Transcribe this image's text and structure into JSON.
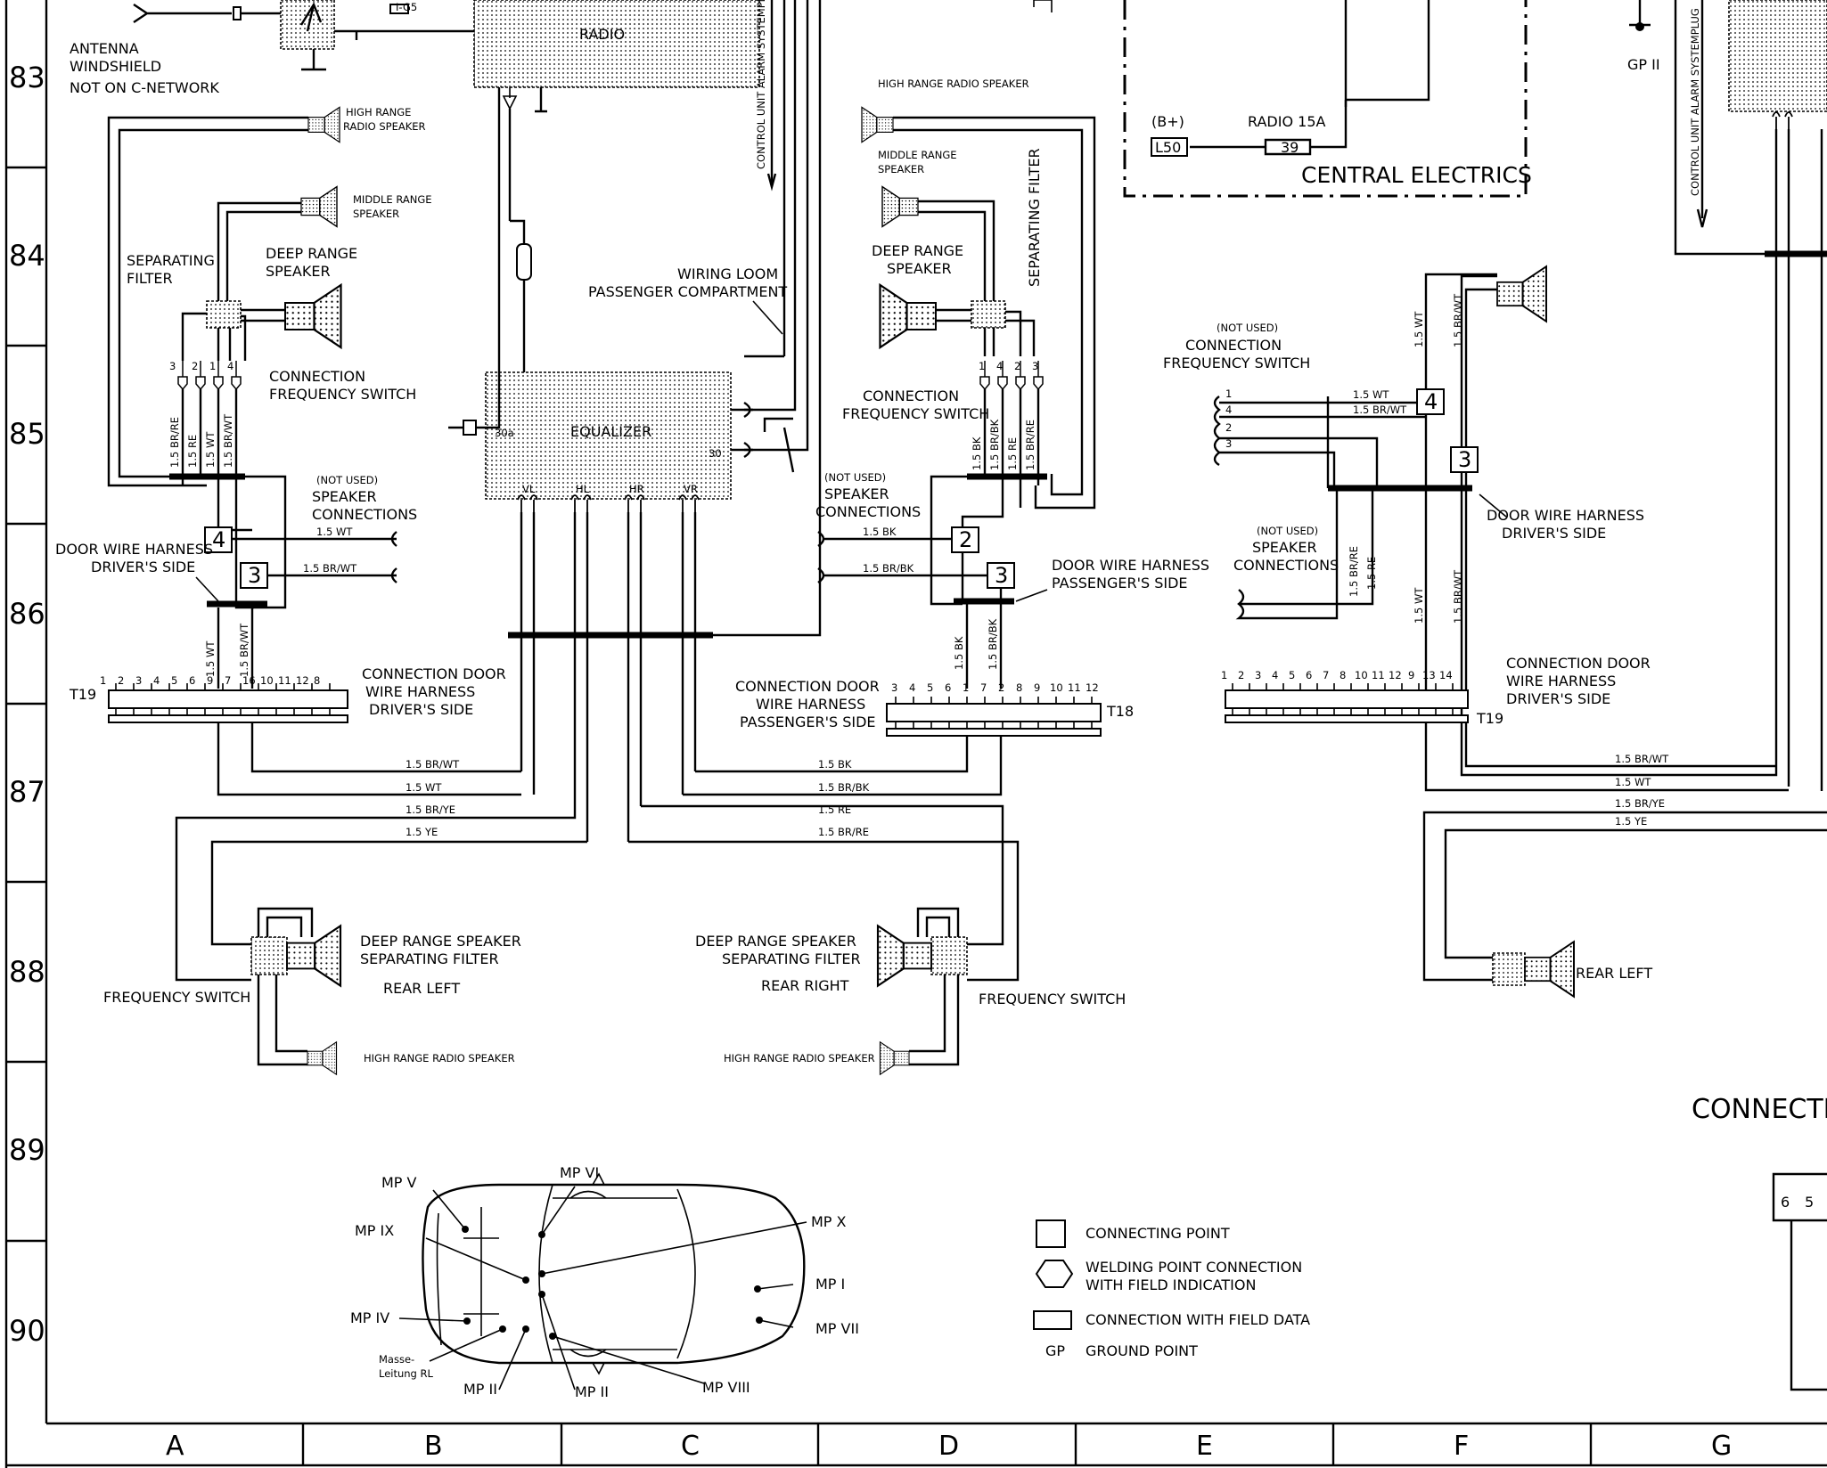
{
  "rows": [
    "83",
    "84",
    "85",
    "86",
    "87",
    "88",
    "89",
    "90"
  ],
  "columns": [
    "A",
    "B",
    "C",
    "D",
    "E",
    "F",
    "G"
  ],
  "labels": {
    "antenna": [
      "ANTENNA",
      "WINDSHIELD",
      "NOT ON C-NETWORK"
    ],
    "radio": "RADIO",
    "equalizer": "EQUALIZER",
    "eq_pin_30a": "30a",
    "eq_pin_30": "30",
    "eq_outputs": [
      "VL",
      "HL",
      "HR",
      "VR"
    ],
    "control_unit_alarm": "CONTROL UNIT ALARM SYSTEMPLUG",
    "wiring_loom": [
      "WIRING LOOM",
      "PASSENGER COMPARTMENT"
    ],
    "high_range_radio_speaker_a": [
      "HIGH RANGE",
      "RADIO SPEAKER"
    ],
    "middle_range_speaker_a": [
      "MIDDLE RANGE",
      "SPEAKER"
    ],
    "separating_filter_a": [
      "SEPARATING",
      "FILTER"
    ],
    "deep_range_speaker_a": [
      "DEEP RANGE",
      "SPEAKER"
    ],
    "connection_freq_switch_a": [
      "CONNECTION",
      "FREQUENCY SWITCH"
    ],
    "not_used_speaker_conn_a": [
      "(NOT USED)",
      "SPEAKER",
      "CONNECTIONS"
    ],
    "door_wire_harness_driver_a": [
      "DOOR WIRE HARNESS",
      "DRIVER'S SIDE"
    ],
    "connection_door_driver_a": [
      "CONNECTION DOOR",
      "WIRE HARNESS",
      "DRIVER'S SIDE"
    ],
    "t19": "T19",
    "t18": "T18",
    "high_range_radio_speaker_d": "HIGH RANGE RADIO SPEAKER",
    "middle_range_speaker_d": [
      "MIDDLE RANGE",
      "SPEAKER"
    ],
    "deep_range_speaker_d": [
      "DEEP RANGE",
      "SPEAKER"
    ],
    "separating_filter_d": "SEPARATING FILTER",
    "connection_freq_switch_d": [
      "CONNECTION",
      "FREQUENCY SWITCH"
    ],
    "not_used_speaker_conn_d": [
      "(NOT USED)",
      "SPEAKER",
      "CONNECTIONS"
    ],
    "door_wire_harness_passenger": [
      "DOOR WIRE HARNESS",
      "PASSENGER'S SIDE"
    ],
    "connection_door_passenger": [
      "CONNECTION DOOR",
      "WIRE HARNESS",
      "PASSENGER'S SIDE"
    ],
    "rear_left_block": [
      "DEEP RANGE SPEAKER",
      "SEPARATING FILTER",
      "REAR LEFT"
    ],
    "rear_right_block": [
      "DEEP RANGE SPEAKER",
      "SEPARATING FILTER",
      "REAR RIGHT"
    ],
    "frequency_switch": "FREQUENCY SWITCH",
    "high_range_radio_speaker": "HIGH RANGE RADIO SPEAKER",
    "b_plus": "(B+)",
    "radio_fuse": "RADIO 15A",
    "l50": "L50",
    "fuse39": "39",
    "central_electrics": "CENTRAL ELECTRICS",
    "gp2": "GP II",
    "not_used_conn_freq_f": [
      "(NOT USED)",
      "CONNECTION",
      "FREQUENCY SWITCH"
    ],
    "door_wire_harness_driver_f": [
      "DOOR WIRE HARNESS",
      "DRIVER'S SIDE"
    ],
    "not_used_speaker_conn_f": [
      "(NOT USED)",
      "SPEAKER",
      "CONNECTIONS"
    ],
    "connection_door_driver_f": [
      "CONNECTION DOOR",
      "WIRE HARNESS",
      "DRIVER'S SIDE"
    ],
    "rear_left": "REAR LEFT",
    "connection_partial": "CONNECTIO"
  },
  "wire_labels": {
    "wt": "1.5 WT",
    "brwt": "1.5 BR/WT",
    "brye": "1.5 BR/YE",
    "ye": "1.5 YE",
    "bk": "1.5 BK",
    "brbk": "1.5 BR/BK",
    "re": "1.5 RE",
    "brre": "1.5 BR/RE"
  },
  "connection_points": [
    "4",
    "3",
    "2",
    "3",
    "4",
    "3"
  ],
  "freq_switch_pins_a": [
    "3",
    "2",
    "1",
    "4"
  ],
  "freq_switch_pins_d": [
    "1",
    "4",
    "2",
    "3"
  ],
  "freq_switch_pins_f": [
    "1",
    "4",
    "2",
    "3"
  ],
  "t19_pins_a": [
    "1",
    "2",
    "3",
    "4",
    "5",
    "6",
    "9",
    "7",
    "16",
    "10",
    "11",
    "12",
    "8"
  ],
  "t18_pins": [
    "3",
    "4",
    "5",
    "6",
    "1",
    "7",
    "2",
    "8",
    "9",
    "10",
    "11",
    "12"
  ],
  "t19_pins_f": [
    "1",
    "2",
    "3",
    "4",
    "5",
    "6",
    "7",
    "8",
    "10",
    "11",
    "12",
    "9",
    "13",
    "14"
  ],
  "measuring_points": {
    "items": [
      "MP V",
      "MP VI",
      "MP IX",
      "MP X",
      "MP I",
      "MP IV",
      "MP VII",
      "MP II",
      "MP II",
      "MP VIII"
    ],
    "masse": [
      "Masse-",
      "Leitung RL"
    ]
  },
  "legend": [
    {
      "symbol": "square",
      "text": [
        "CONNECTING POINT"
      ]
    },
    {
      "symbol": "hexagon",
      "text": [
        "WELDING POINT CONNECTION",
        "WITH FIELD INDICATION"
      ]
    },
    {
      "symbol": "rect",
      "text": [
        "CONNECTION WITH FIELD DATA"
      ]
    },
    {
      "symbol": "GP",
      "text": [
        "GROUND POINT"
      ]
    }
  ]
}
